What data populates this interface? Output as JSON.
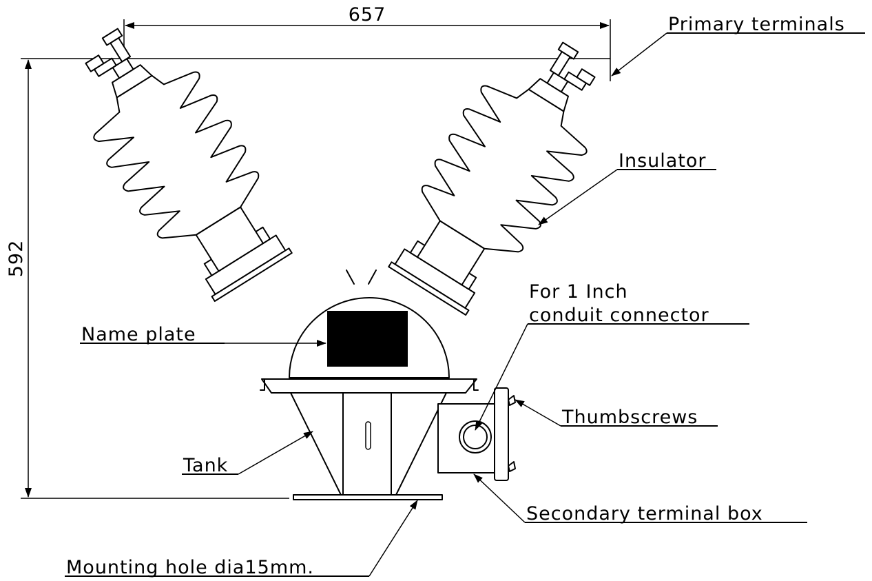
{
  "dimensions": {
    "width": "657",
    "height": "592"
  },
  "labels": {
    "primary_terminals": "Primary terminals",
    "insulator": "Insulator",
    "conduit_line1": "For 1 Inch",
    "conduit_line2": "conduit connector",
    "name_plate": "Name plate",
    "thumbscrews": "Thumbscrews",
    "tank": "Tank",
    "secondary_terminal_box": "Secondary terminal box",
    "mounting_hole": "Mounting hole dia15mm."
  },
  "colors": {
    "line": "#000000",
    "background": "#ffffff",
    "name_plate_fill": "#000000"
  }
}
